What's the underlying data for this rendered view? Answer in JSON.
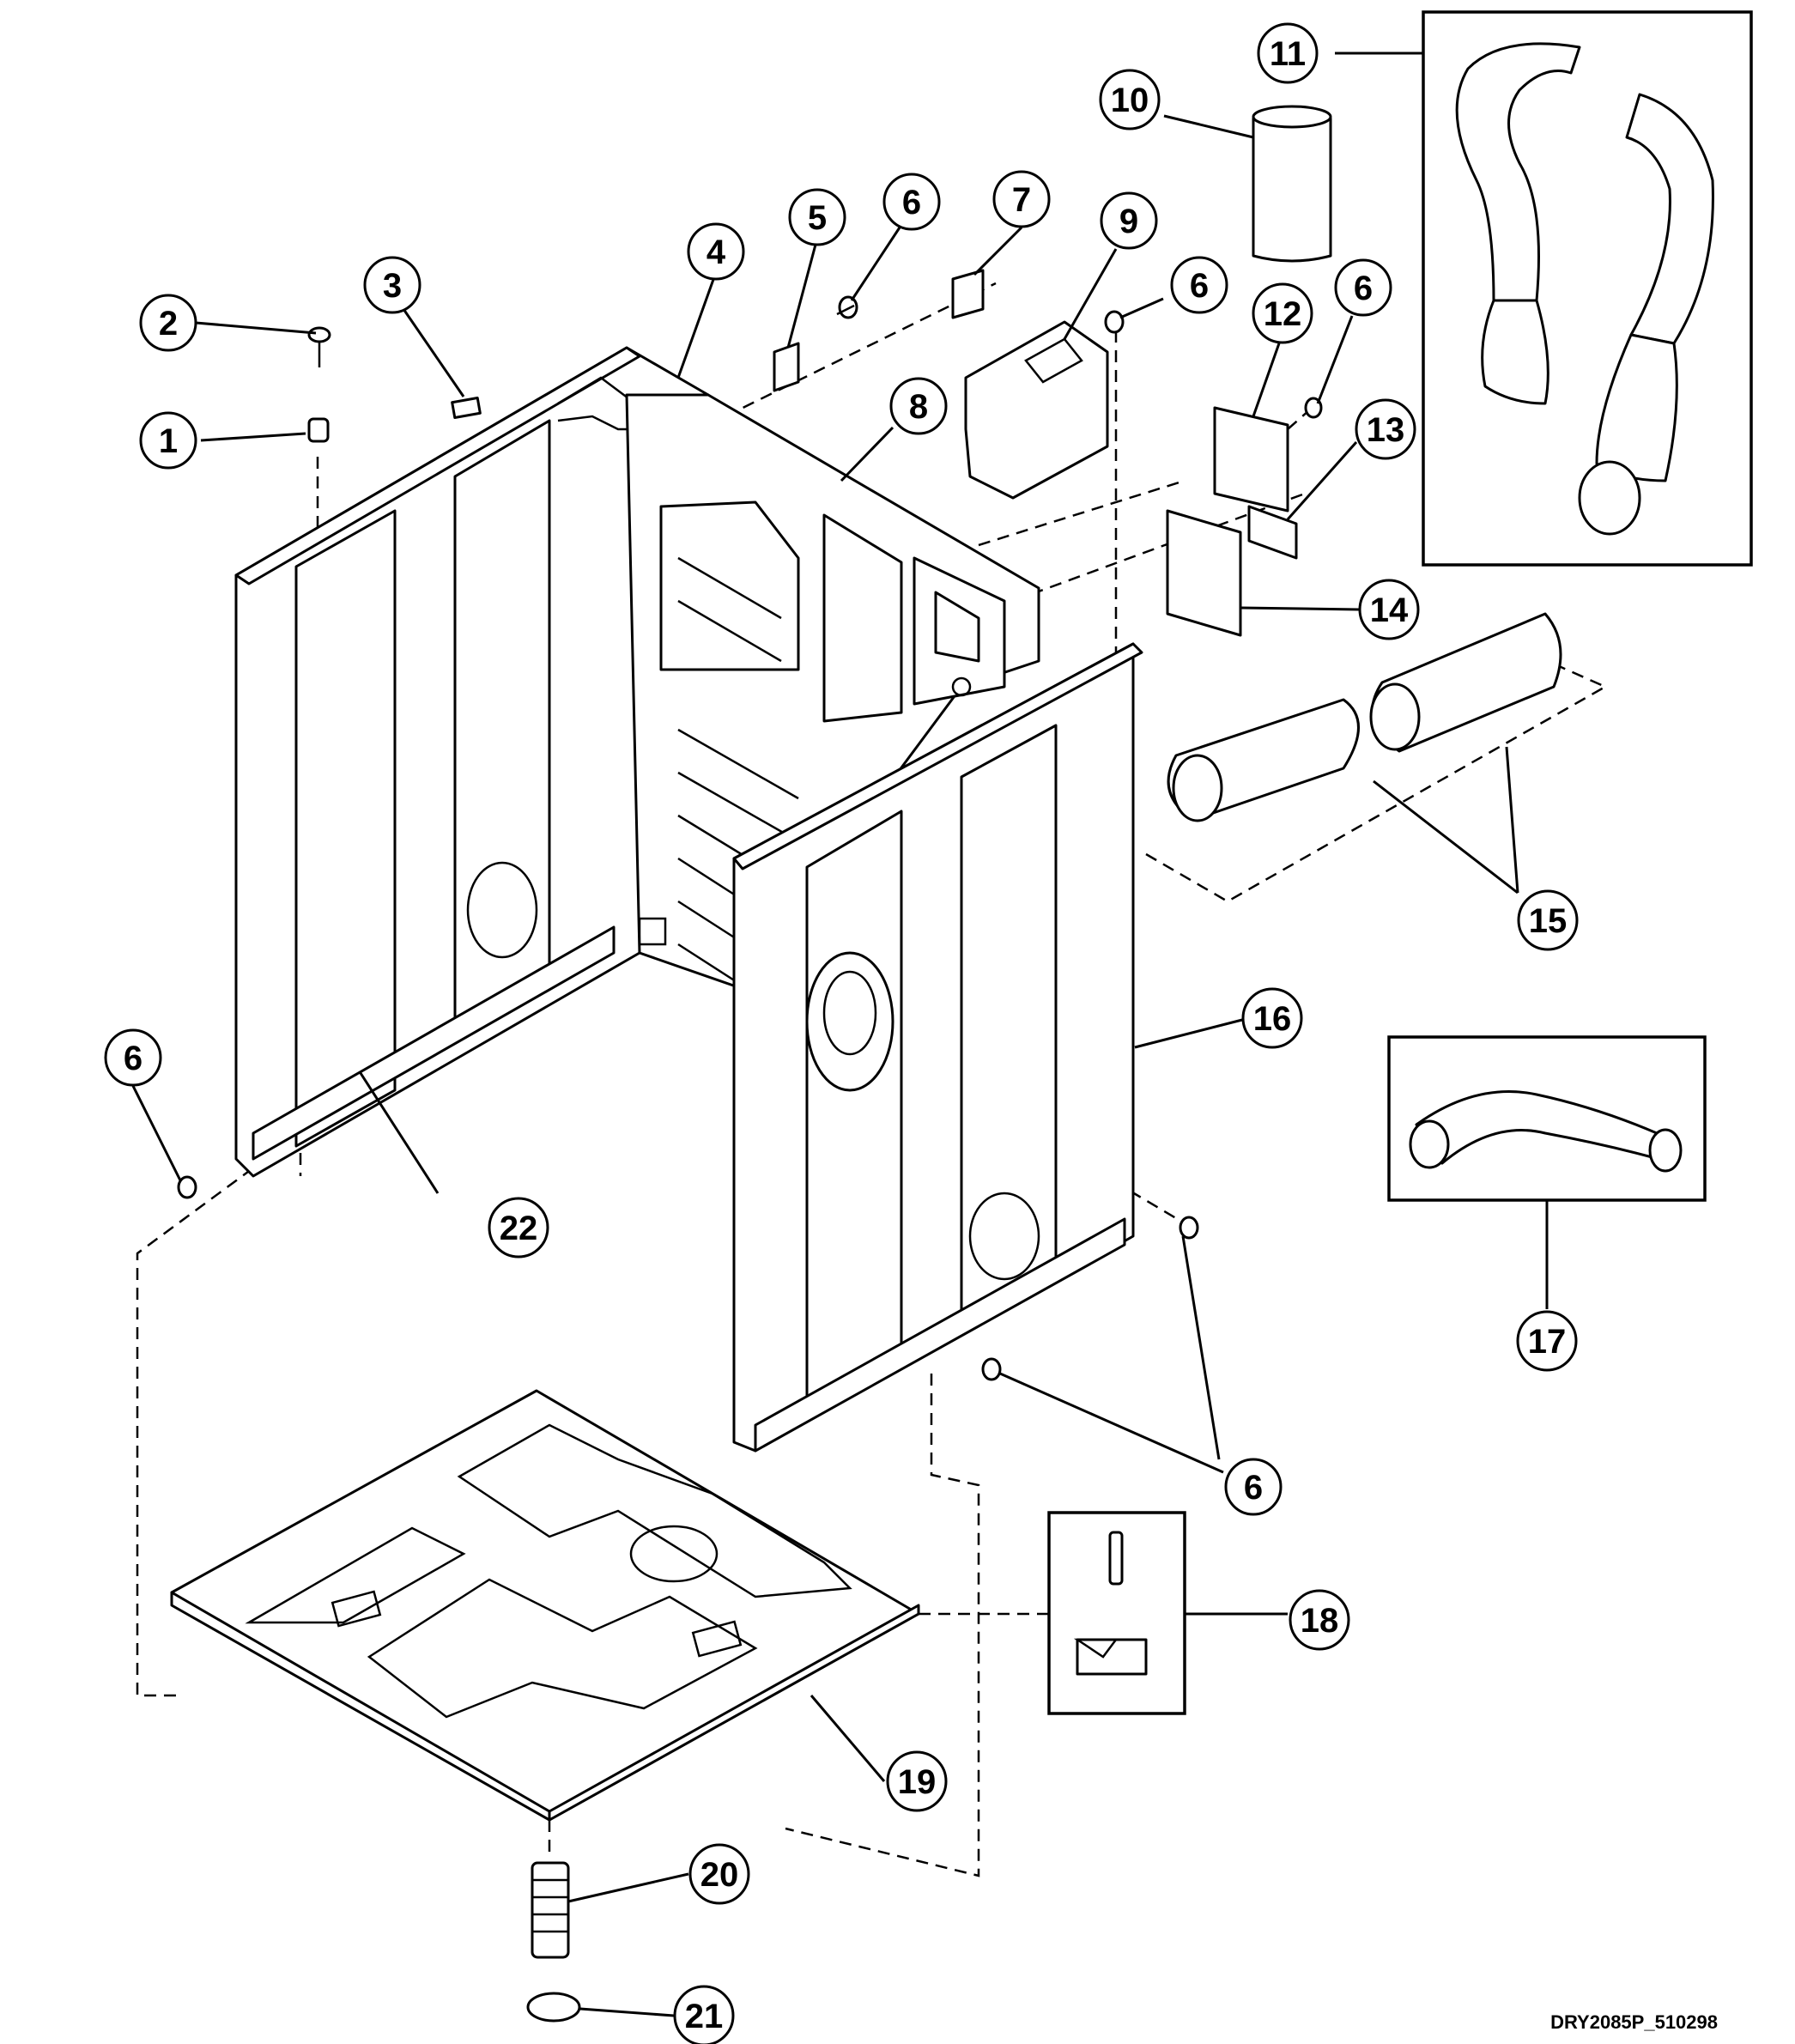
{
  "diagram": {
    "callouts": [
      {
        "id": "c1",
        "num": "1"
      },
      {
        "id": "c2",
        "num": "2"
      },
      {
        "id": "c3",
        "num": "3"
      },
      {
        "id": "c4",
        "num": "4"
      },
      {
        "id": "c5",
        "num": "5"
      },
      {
        "id": "c6a",
        "num": "6"
      },
      {
        "id": "c7",
        "num": "7"
      },
      {
        "id": "c8",
        "num": "8"
      },
      {
        "id": "c9",
        "num": "9"
      },
      {
        "id": "c6b",
        "num": "6"
      },
      {
        "id": "c10",
        "num": "10"
      },
      {
        "id": "c11",
        "num": "11"
      },
      {
        "id": "c12",
        "num": "12"
      },
      {
        "id": "c6c",
        "num": "6"
      },
      {
        "id": "c13",
        "num": "13"
      },
      {
        "id": "c14",
        "num": "14"
      },
      {
        "id": "c15",
        "num": "15"
      },
      {
        "id": "c16",
        "num": "16"
      },
      {
        "id": "c17",
        "num": "17"
      },
      {
        "id": "c6d",
        "num": "6"
      },
      {
        "id": "c22",
        "num": "22"
      },
      {
        "id": "c6e",
        "num": "6"
      },
      {
        "id": "c18",
        "num": "18"
      },
      {
        "id": "c19",
        "num": "19"
      },
      {
        "id": "c20",
        "num": "20"
      },
      {
        "id": "c21",
        "num": "21"
      }
    ],
    "drawing_code": "DRY2085P_510298"
  }
}
